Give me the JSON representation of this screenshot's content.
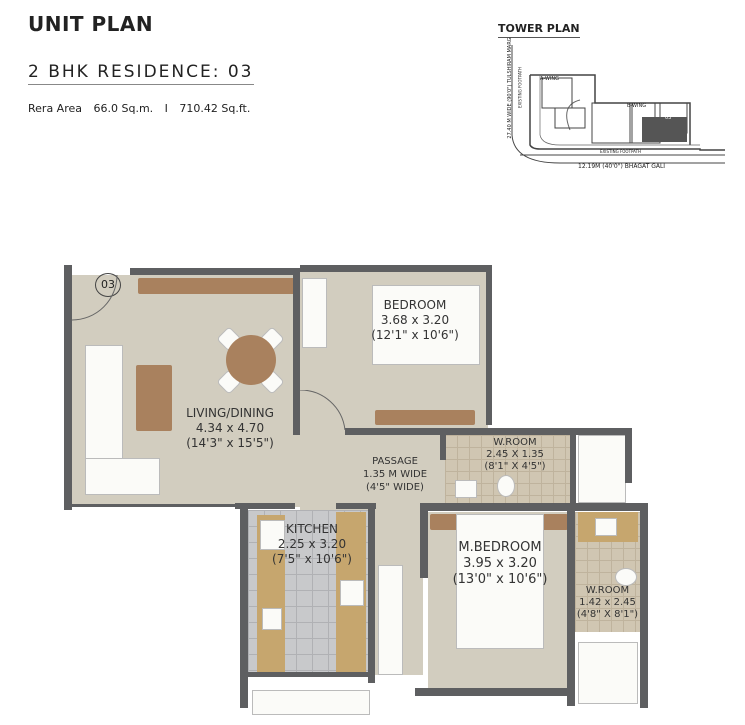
{
  "header": {
    "title": "UNIT PLAN",
    "residence": "2 BHK RESIDENCE: 03",
    "rera_label": "Rera Area",
    "area_sqm": "66.0 Sq.m.",
    "separator": "I",
    "area_sqft": "710.42 Sq.ft."
  },
  "tower_plan": {
    "title": "TOWER PLAN",
    "wing_a": "A-WING",
    "wing_b": "B-WING",
    "unit": "03",
    "road_side": "27.40 M WIDE (90'0\") TULSHIRAM MARG",
    "footpath_side": "EXISTING FOOTPATH",
    "footpath_bottom": "EXISTING FOOTPATH",
    "road_bottom": "12.19M (40'0\") BHAGAT GALI",
    "highlight_color": "#555555"
  },
  "plan": {
    "unit_no": "03",
    "living": {
      "name": "LIVING/DINING",
      "metric": "4.34 x 4.70",
      "imperial": "(14'3\" x 15'5\")"
    },
    "bedroom": {
      "name": "BEDROOM",
      "metric": "3.68 x 3.20",
      "imperial": "(12'1\" x 10'6\")"
    },
    "passage": {
      "name": "PASSAGE",
      "metric": "1.35 M WIDE",
      "imperial": "(4'5\" WIDE)"
    },
    "wroom1": {
      "name": "W.ROOM",
      "metric": "2.45 X 1.35",
      "imperial": "(8'1\" X 4'5\")"
    },
    "kitchen": {
      "name": "KITCHEN",
      "metric": "2.25 x 3.20",
      "imperial": "(7'5\" x 10'6\")"
    },
    "mbedroom": {
      "name": "M.BEDROOM",
      "metric": "3.95 x 3.20",
      "imperial": "(13'0\" x 10'6\")"
    },
    "wroom2": {
      "name": "W.ROOM",
      "metric": "1.42 x 2.45",
      "imperial": "(4'8\" X 8'1\")"
    },
    "colors": {
      "wall": "#5e5f61",
      "floor": "#d2cdbf",
      "wood": "#a9815e",
      "marble": "#c6a66e"
    }
  }
}
